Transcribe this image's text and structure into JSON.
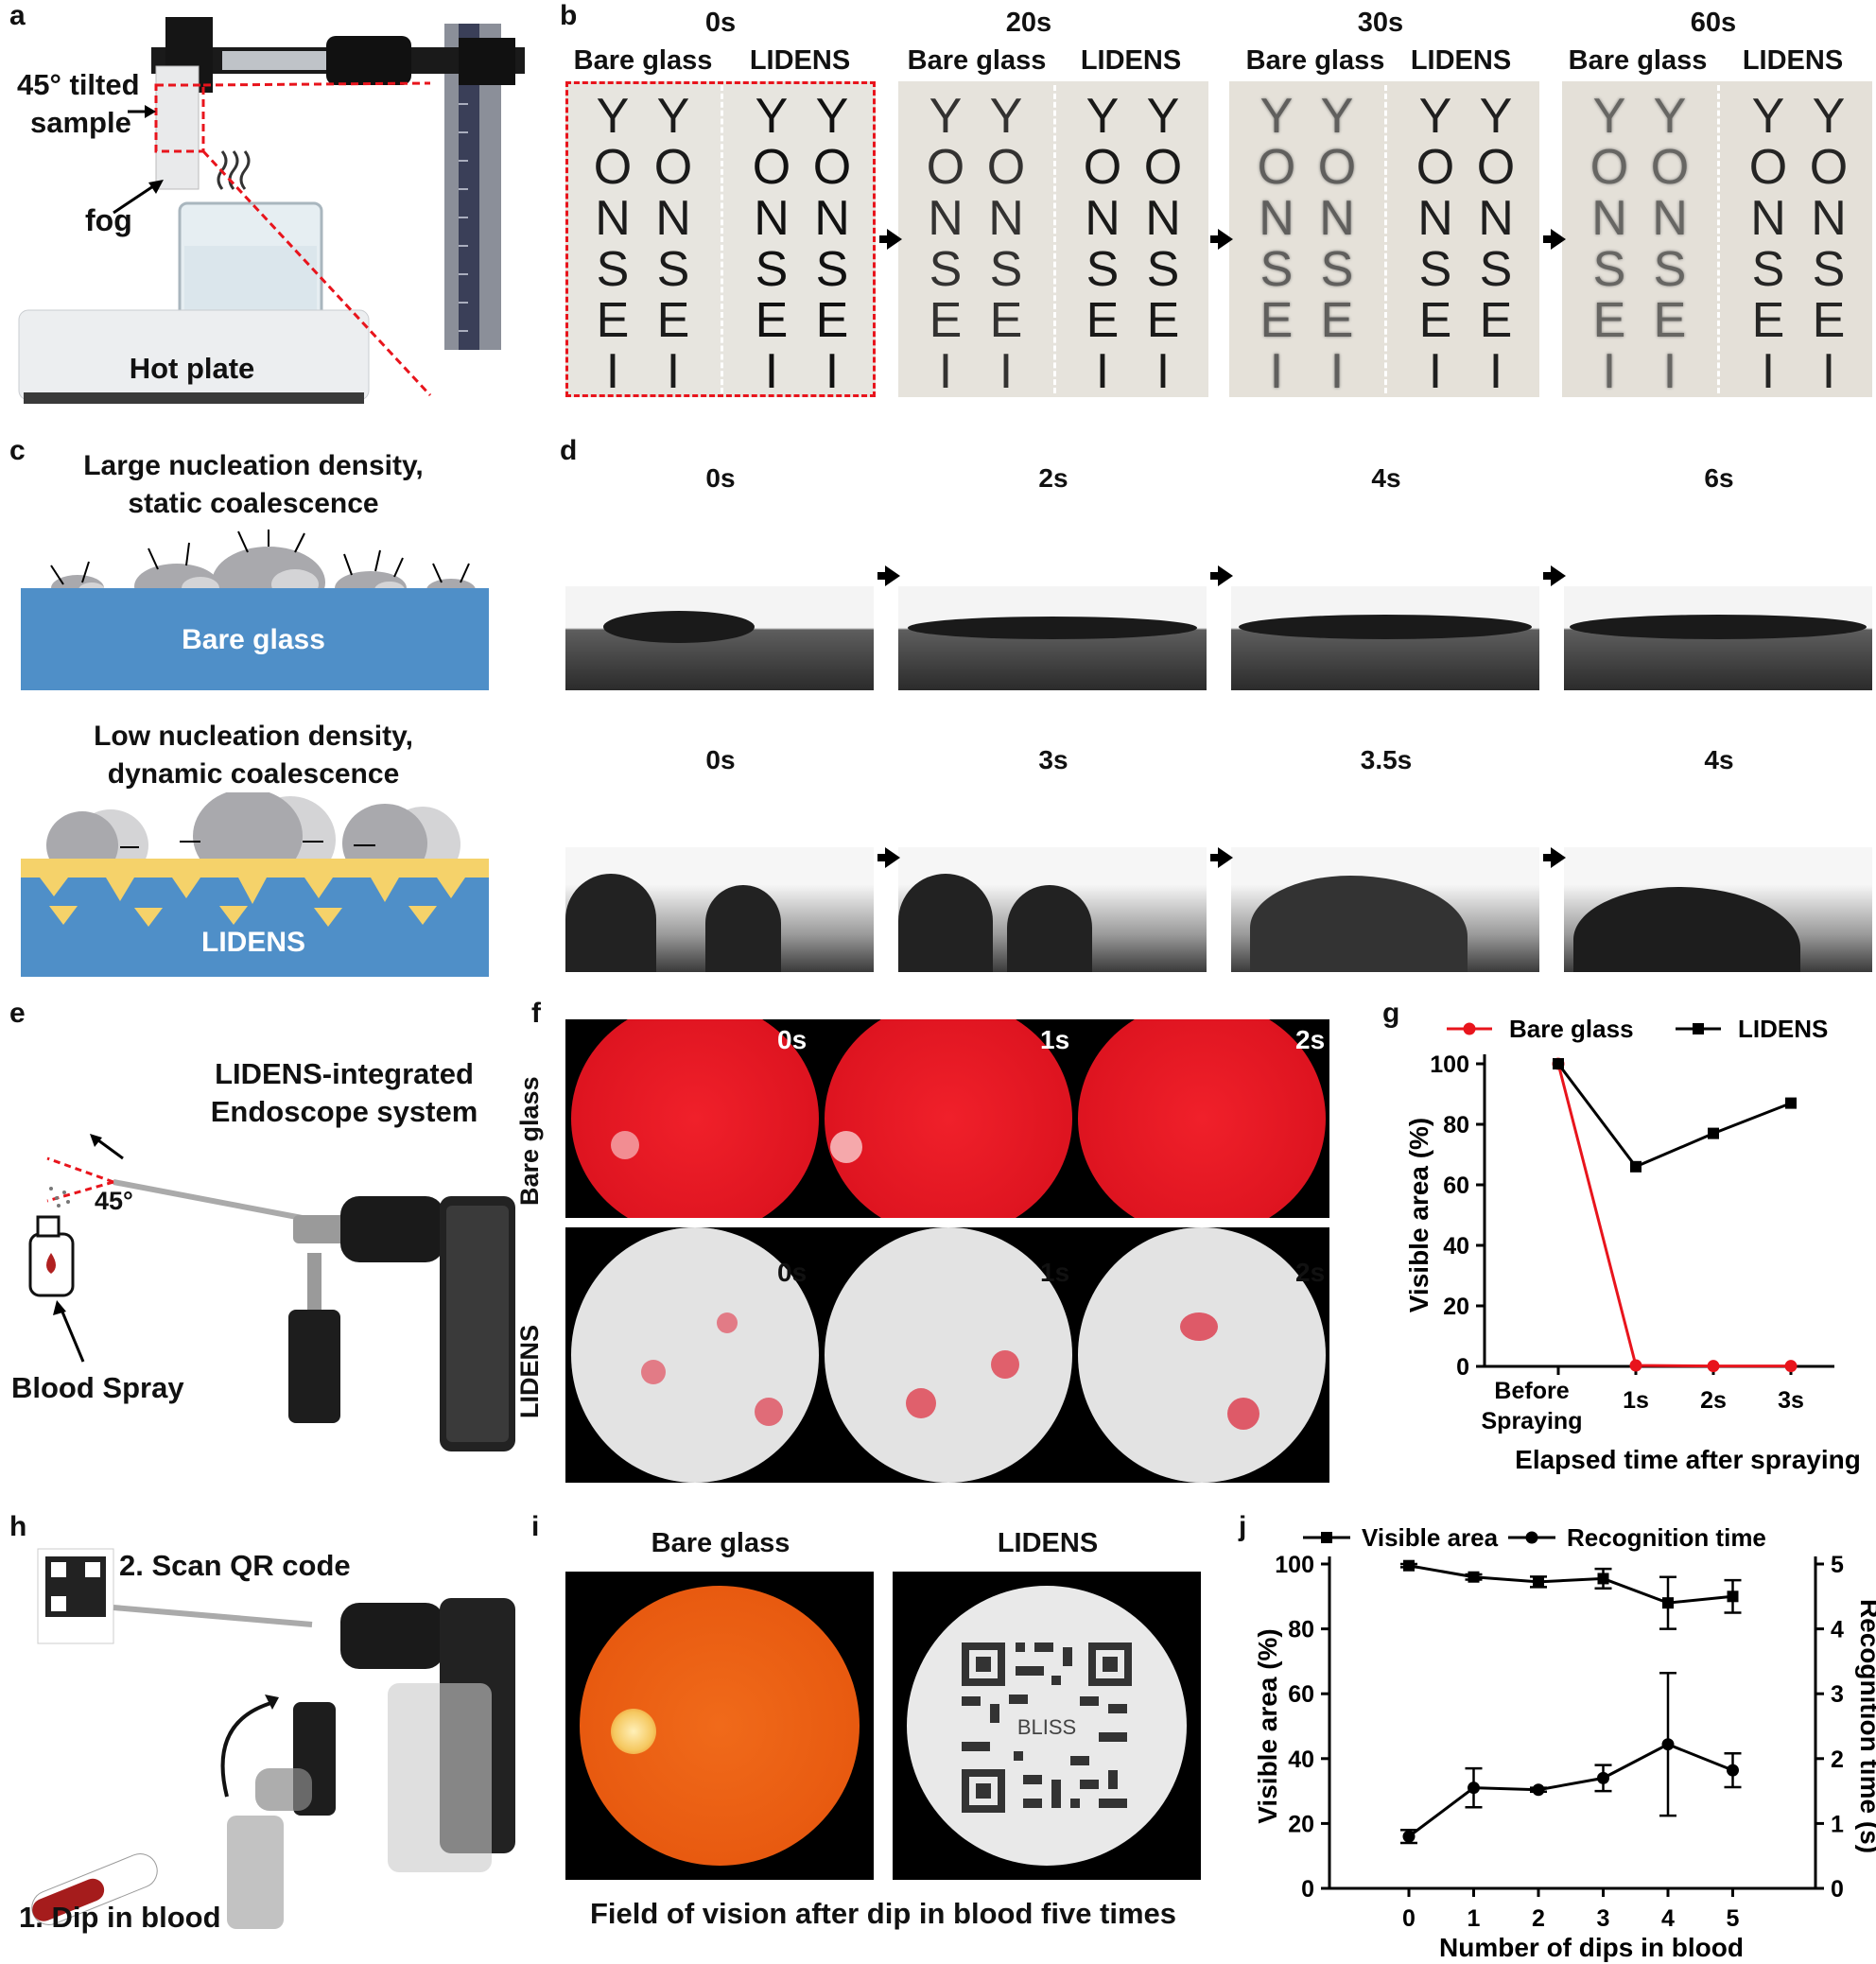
{
  "panels": {
    "a": "a",
    "b": "b",
    "c": "c",
    "d": "d",
    "e": "e",
    "f": "f",
    "g": "g",
    "h": "h",
    "i": "i",
    "j": "j"
  },
  "a": {
    "sample_label_1": "45° tilted",
    "sample_label_2": "sample",
    "fog_label": "fog",
    "hotplate_label": "Hot plate"
  },
  "b": {
    "times": [
      "0s",
      "20s",
      "30s",
      "60s"
    ],
    "bare": "Bare glass",
    "lidens": "LIDENS",
    "letters": [
      "Y",
      "O",
      "N",
      "S",
      "E",
      "I"
    ]
  },
  "c": {
    "top_line1": "Large nucleation density,",
    "top_line2": "static coalescence",
    "top_substrate": "Bare glass",
    "bottom_line1": "Low nucleation density,",
    "bottom_line2": "dynamic coalescence",
    "bottom_substrate": "LIDENS"
  },
  "d": {
    "times_top": [
      "0s",
      "2s",
      "4s",
      "6s"
    ],
    "times_bottom": [
      "0s",
      "3s",
      "3.5s",
      "4s"
    ]
  },
  "e": {
    "system_line1": "LIDENS-integrated",
    "system_line2": "Endoscope system",
    "angle": "45°",
    "spray": "Blood Spray"
  },
  "f": {
    "row_bare": "Bare glass",
    "row_lidens": "LIDENS",
    "times": [
      "0s",
      "1s",
      "2s"
    ]
  },
  "h": {
    "step2": "2. Scan QR code",
    "step1": "1. Dip in blood"
  },
  "i": {
    "bare": "Bare glass",
    "lidens": "LIDENS",
    "qr_text": "BLISS",
    "caption": "Field of vision after dip in blood five times"
  },
  "chart_data": [
    {
      "type": "line",
      "panel": "g",
      "categories": [
        "Before Spraying",
        "1s",
        "2s",
        "3s"
      ],
      "series": [
        {
          "name": "Bare glass",
          "values": [
            100,
            0.3,
            0.1,
            0.1
          ],
          "color": "#e8141c",
          "marker": "circle"
        },
        {
          "name": "LIDENS",
          "values": [
            100,
            66,
            77,
            87
          ],
          "color": "#000000",
          "marker": "square"
        }
      ],
      "xlabel": "Elapsed time after spraying",
      "ylabel": "Visible area (%)",
      "ylim": [
        0,
        100
      ],
      "yticks": [
        0,
        20,
        40,
        60,
        80,
        100
      ],
      "legend": "top"
    },
    {
      "type": "line",
      "panel": "j",
      "x": [
        0,
        1,
        2,
        3,
        4,
        5
      ],
      "series": [
        {
          "name": "Visible area",
          "axis": "left",
          "values": [
            99.5,
            96,
            94.5,
            95.5,
            88,
            90
          ],
          "errors": [
            0.5,
            0.8,
            1.6,
            3,
            8,
            5
          ],
          "marker": "square"
        },
        {
          "name": "Recognition time",
          "axis": "right",
          "values": [
            0.8,
            1.55,
            1.52,
            1.7,
            2.22,
            1.82
          ],
          "errors": [
            0.1,
            0.3,
            0.03,
            0.2,
            1.1,
            0.26
          ],
          "marker": "circle"
        }
      ],
      "xlabel": "Number of dips in blood",
      "ylabel": "Visible area (%)",
      "ylabel_right": "Recognition time (s)",
      "ylim": [
        0,
        100
      ],
      "yticks": [
        0,
        20,
        40,
        60,
        80,
        100
      ],
      "ylim_right": [
        0,
        5
      ],
      "yticks_right": [
        0,
        1,
        2,
        3,
        4,
        5
      ],
      "xticks": [
        0,
        1,
        2,
        3,
        4,
        5
      ],
      "legend": "top"
    }
  ]
}
